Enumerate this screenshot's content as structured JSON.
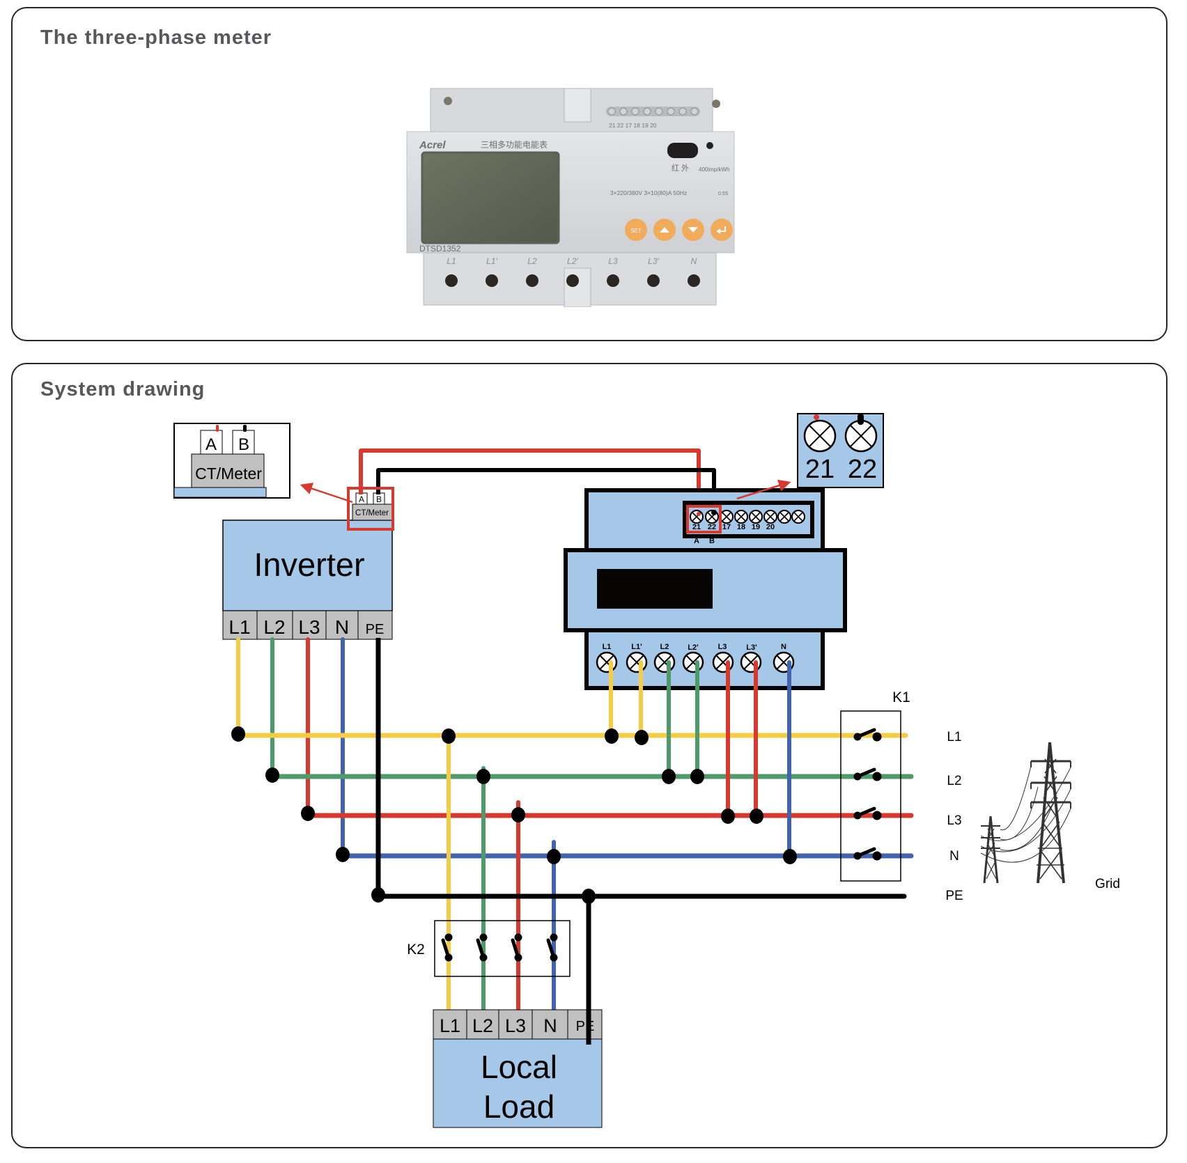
{
  "sections": {
    "meter_title": "The three-phase meter",
    "system_title": "System drawing"
  },
  "meter_photo": {
    "brand": "Acrel",
    "product_name_cn": "三相多功能电能表",
    "model": "DTSD1352",
    "top_terminals": [
      "21",
      "22",
      "17",
      "18",
      "19",
      "20"
    ],
    "infrared_label": "红 外",
    "pulse_constant": "400imp/kWh",
    "rating": "3×220/380V  3×10(80)A  50Hz",
    "class": "0.5S",
    "buttons": [
      "SET",
      "up",
      "down",
      "enter"
    ],
    "bottom_terminals": [
      "L1",
      "L1'",
      "L2",
      "L2'",
      "L3",
      "L3'",
      "N"
    ]
  },
  "colors": {
    "box_fill": "#a6c8e8",
    "terminal_fill": "#c0c0c0",
    "l1": "#f5cd45",
    "l2": "#4f9a6a",
    "l3": "#d8392f",
    "n": "#4263ad",
    "pe": "#000000",
    "highlight": "#d8392f"
  },
  "ct_meter_zoom": {
    "a": "A",
    "b": "B",
    "label": "CT/Meter"
  },
  "ct_meter_small": {
    "a": "A",
    "b": "B",
    "label": "CT/Meter"
  },
  "inverter": {
    "label": "Inverter",
    "terminals": [
      "L1",
      "L2",
      "L3",
      "N",
      "PE"
    ]
  },
  "meter_diagram": {
    "top_terminals": [
      "21",
      "22",
      "17",
      "18",
      "19",
      "20"
    ],
    "ab_labels": [
      "A",
      "B"
    ],
    "bottom_terminals": [
      "L1",
      "L1'",
      "L2",
      "L2'",
      "L3",
      "L3'",
      "N"
    ]
  },
  "terminal_zoom": {
    "t21": "21",
    "t22": "22"
  },
  "k1": {
    "label": "K1"
  },
  "k2": {
    "label": "K2"
  },
  "grid_lines": [
    "L1",
    "L2",
    "L3",
    "N",
    "PE"
  ],
  "grid": {
    "label": "Grid"
  },
  "local_load": {
    "label_line1": "Local",
    "label_line2": "Load",
    "terminals": [
      "L1",
      "L2",
      "L3",
      "N",
      "PE"
    ]
  }
}
